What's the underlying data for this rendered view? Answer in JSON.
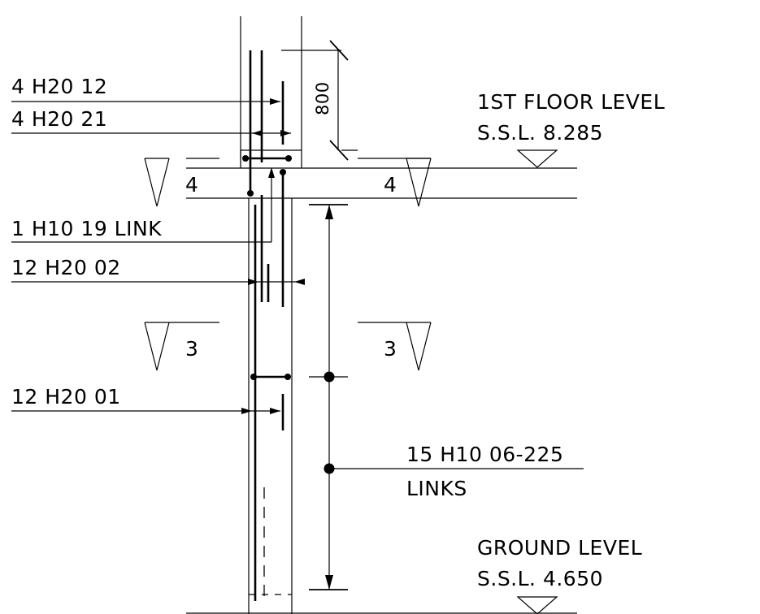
{
  "labels": {
    "bar_4h20_12": "4 H20 12",
    "bar_4h20_21": "4 H20 21",
    "link_1h10_19": "1 H10 19 LINK",
    "bar_12h20_02": "12 H20 02",
    "bar_12h20_01": "12 H20 01",
    "links_line1": "15 H10 06-225",
    "links_line2": "LINKS",
    "first_floor_title": "1ST FLOOR LEVEL",
    "first_floor_ssl": "S.S.L. 8.285",
    "ground_title": "GROUND LEVEL",
    "ground_ssl": "S.S.L. 4.650",
    "dimension_800": "800",
    "section_4_left": "4",
    "section_4_right": "4",
    "section_3_left": "3",
    "section_3_right": "3"
  }
}
